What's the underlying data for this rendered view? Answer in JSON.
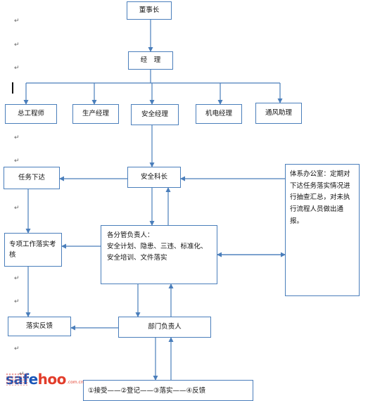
{
  "nodes": {
    "chairman": "董事长",
    "manager": "经　理",
    "chief_engineer": "总工程师",
    "production_manager": "生产经理",
    "safety_manager": "安全经理",
    "electromech_manager": "机电经理",
    "ventilation_assistant": "通风助理",
    "task_issue": "任务下达",
    "safety_section_chief": "安全科长",
    "system_office": "体系办公室：定期对下达任务落实情况进行抽查汇总，对未执行流程人员做出通报。",
    "special_work": "专项工作落实考核",
    "division_head_title": "各分管负责人：",
    "division_head_body": "安全计划、隐患、三违、标准化、安全培训、文件落实",
    "feedback": "落实反馈",
    "department_head": "部门负责人",
    "bottom_steps": "①接受——②登记——③落实——④反馈"
  },
  "paragraph_mark": "↵",
  "logo": {
    "word_prefix": "safe",
    "word_suffix": "hoo",
    "tld": ".com.cn"
  },
  "colors": {
    "line": "#4a7ebb",
    "logo_blue": "#1a56b8",
    "logo_red": "#e23d2b"
  }
}
